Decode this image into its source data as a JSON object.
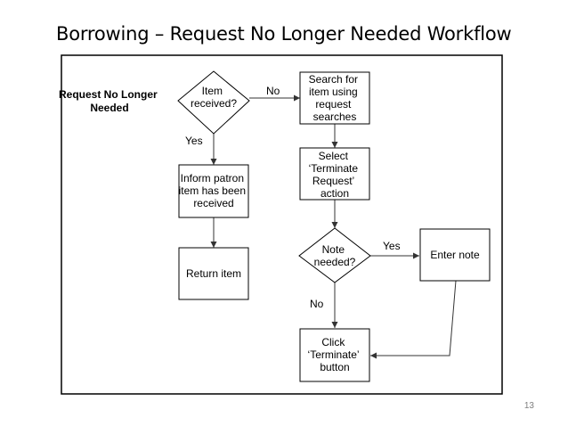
{
  "slide": {
    "title": "Borrowing – Request No Longer Needed Workflow",
    "page_number": "13"
  },
  "diagram": {
    "side_label": [
      "Request No Longer",
      "Needed"
    ],
    "nodes": {
      "item_received": [
        "Item",
        "received?"
      ],
      "search_item": [
        "Search for",
        "item using",
        "request",
        "searches"
      ],
      "select_terminate": [
        "Select",
        "‘Terminate",
        "Request’",
        "action"
      ],
      "inform_patron": [
        "Inform patron",
        "item has been",
        "received"
      ],
      "return_item": [
        "Return item"
      ],
      "note_needed": [
        "Note",
        "needed?"
      ],
      "enter_note": [
        "Enter note"
      ],
      "click_terminate": [
        "Click",
        "‘Terminate’",
        "button"
      ]
    },
    "edge_labels": {
      "item_received_no": "No",
      "item_received_yes": "Yes",
      "note_needed_yes": "Yes",
      "note_needed_no": "No"
    }
  }
}
